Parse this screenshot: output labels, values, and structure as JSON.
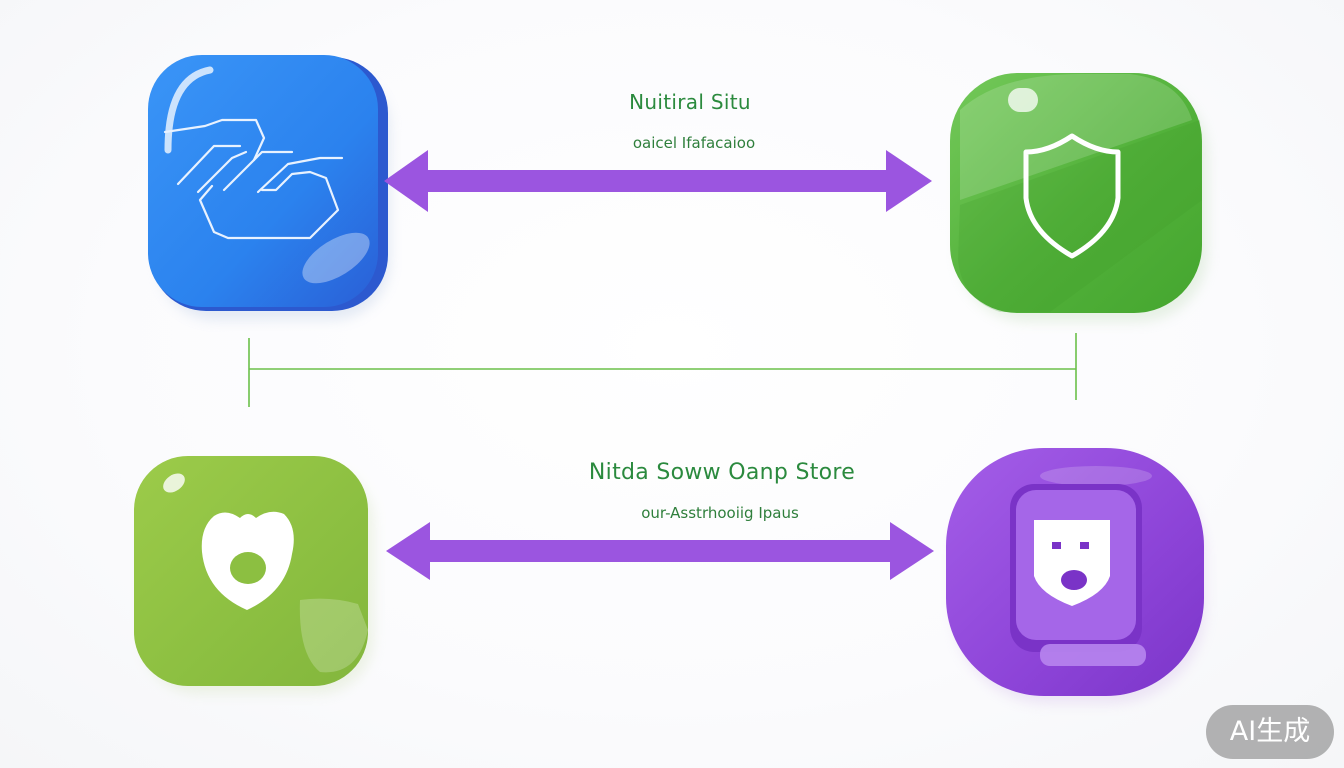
{
  "connection_top": {
    "title": "Nuitiral Situ",
    "subtitle": "oaicel Ifafacaioo"
  },
  "connection_bottom": {
    "title": "Nitda Soww Oanp Store",
    "subtitle": "our-Asstrhooiig Ipaus"
  },
  "nodes": {
    "top_left": {
      "color": "#2f86f0",
      "icon": "circuit-icon"
    },
    "top_right": {
      "color": "#55b43c",
      "icon": "shield-icon"
    },
    "bottom_left": {
      "color": "#8fc043",
      "icon": "heart-icon"
    },
    "bottom_right": {
      "color": "#9146d9",
      "icon": "robot-badge-icon"
    }
  },
  "colors": {
    "arrow": "#9b55e0",
    "bracket": "#6cc04a",
    "label": "#2b8a3e"
  },
  "watermark": "AI生成"
}
